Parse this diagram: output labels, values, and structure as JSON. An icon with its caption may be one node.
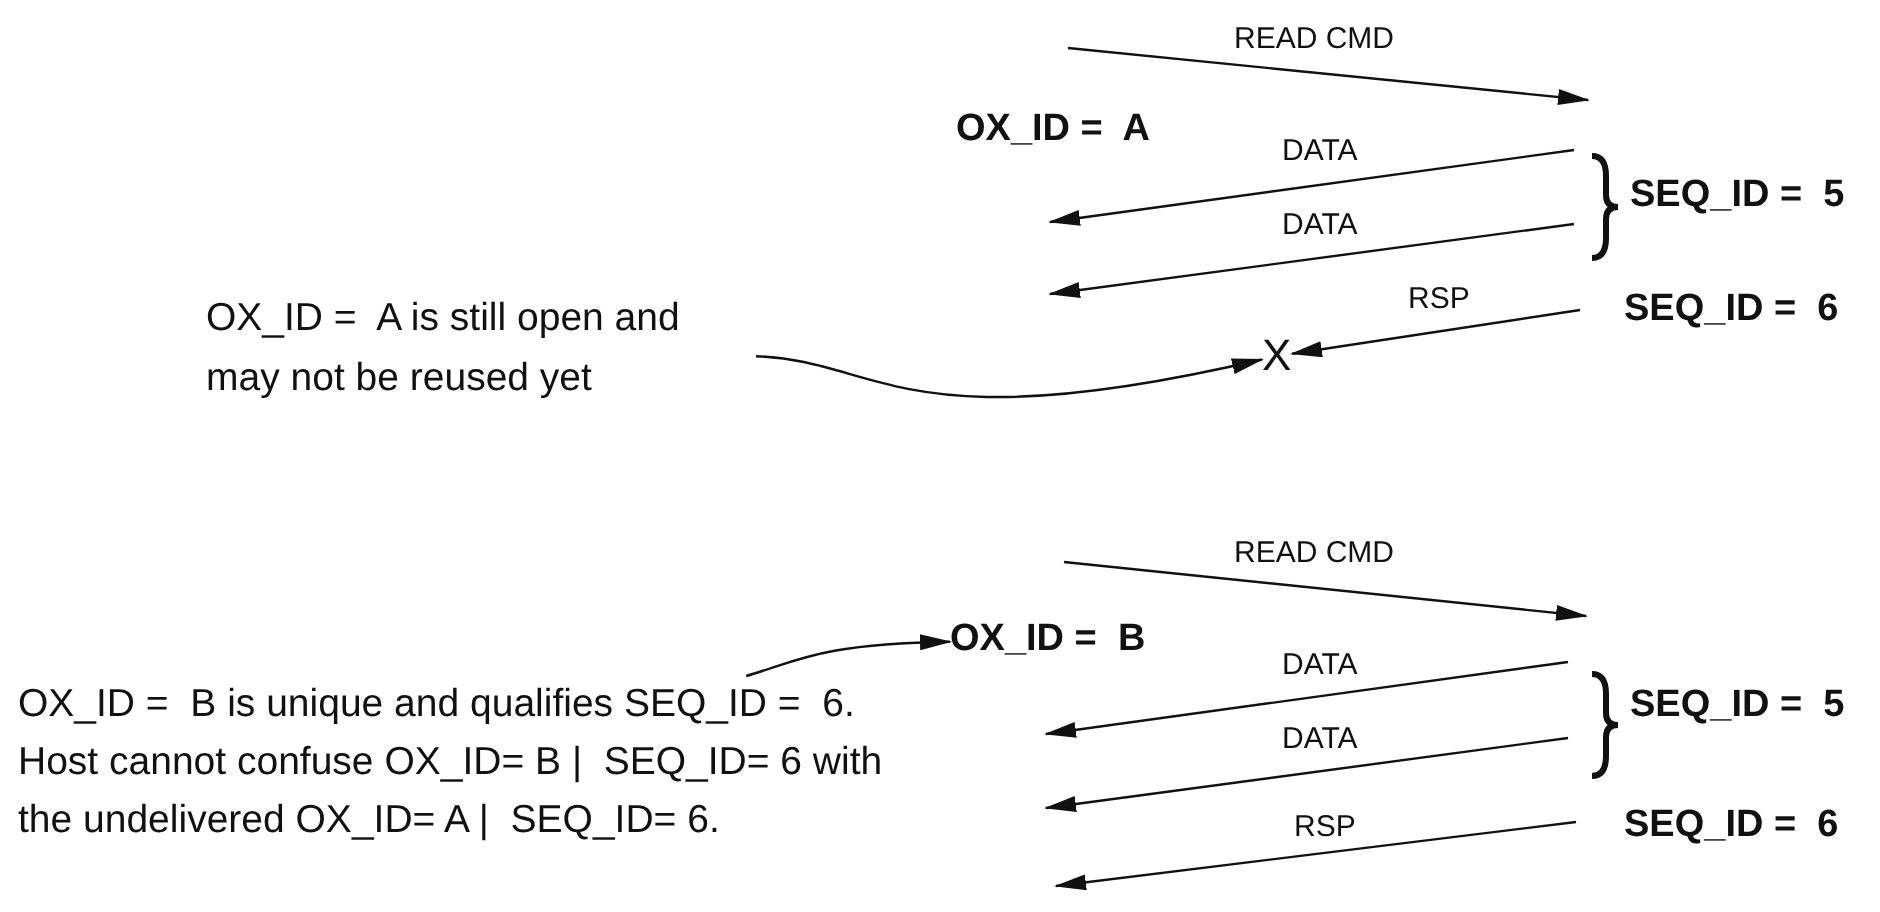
{
  "diagram": {
    "nodes": [
      {
        "text": [
          "OX_ID =  A is still open and may not be reused yet"
        ]
      },
      {
        "text": [
          "X"
        ]
      },
      {
        "text": [
          "OX_ID =  B"
        ]
      },
      {
        "text": [
          "OX_ID =  B is unique and qualifies SEQ_ID =  6. Host cannot confuse OX_ID= B |  SEQ_ID= 6 with the undelivered OX_ID= A |  SEQ_ID= 6."
        ]
      }
    ],
    "edges": [
      {
        "from": null,
        "to": 1,
        "arrow": "to",
        "label": "RSP"
      },
      {
        "from": 0,
        "to": 1,
        "arrow": "to"
      },
      {
        "from": 3,
        "to": 2,
        "arrow": "to"
      }
    ],
    "labels": [
      "READ CMD",
      "OX_ID =  A",
      "DATA",
      "SEQ_ID =  5",
      "DATA",
      "SEQ_ID =  6",
      "READ CMD",
      "DATA",
      "SEQ_ID =  5",
      "DATA",
      "RSP",
      "SEQ_ID =  6"
    ]
  }
}
